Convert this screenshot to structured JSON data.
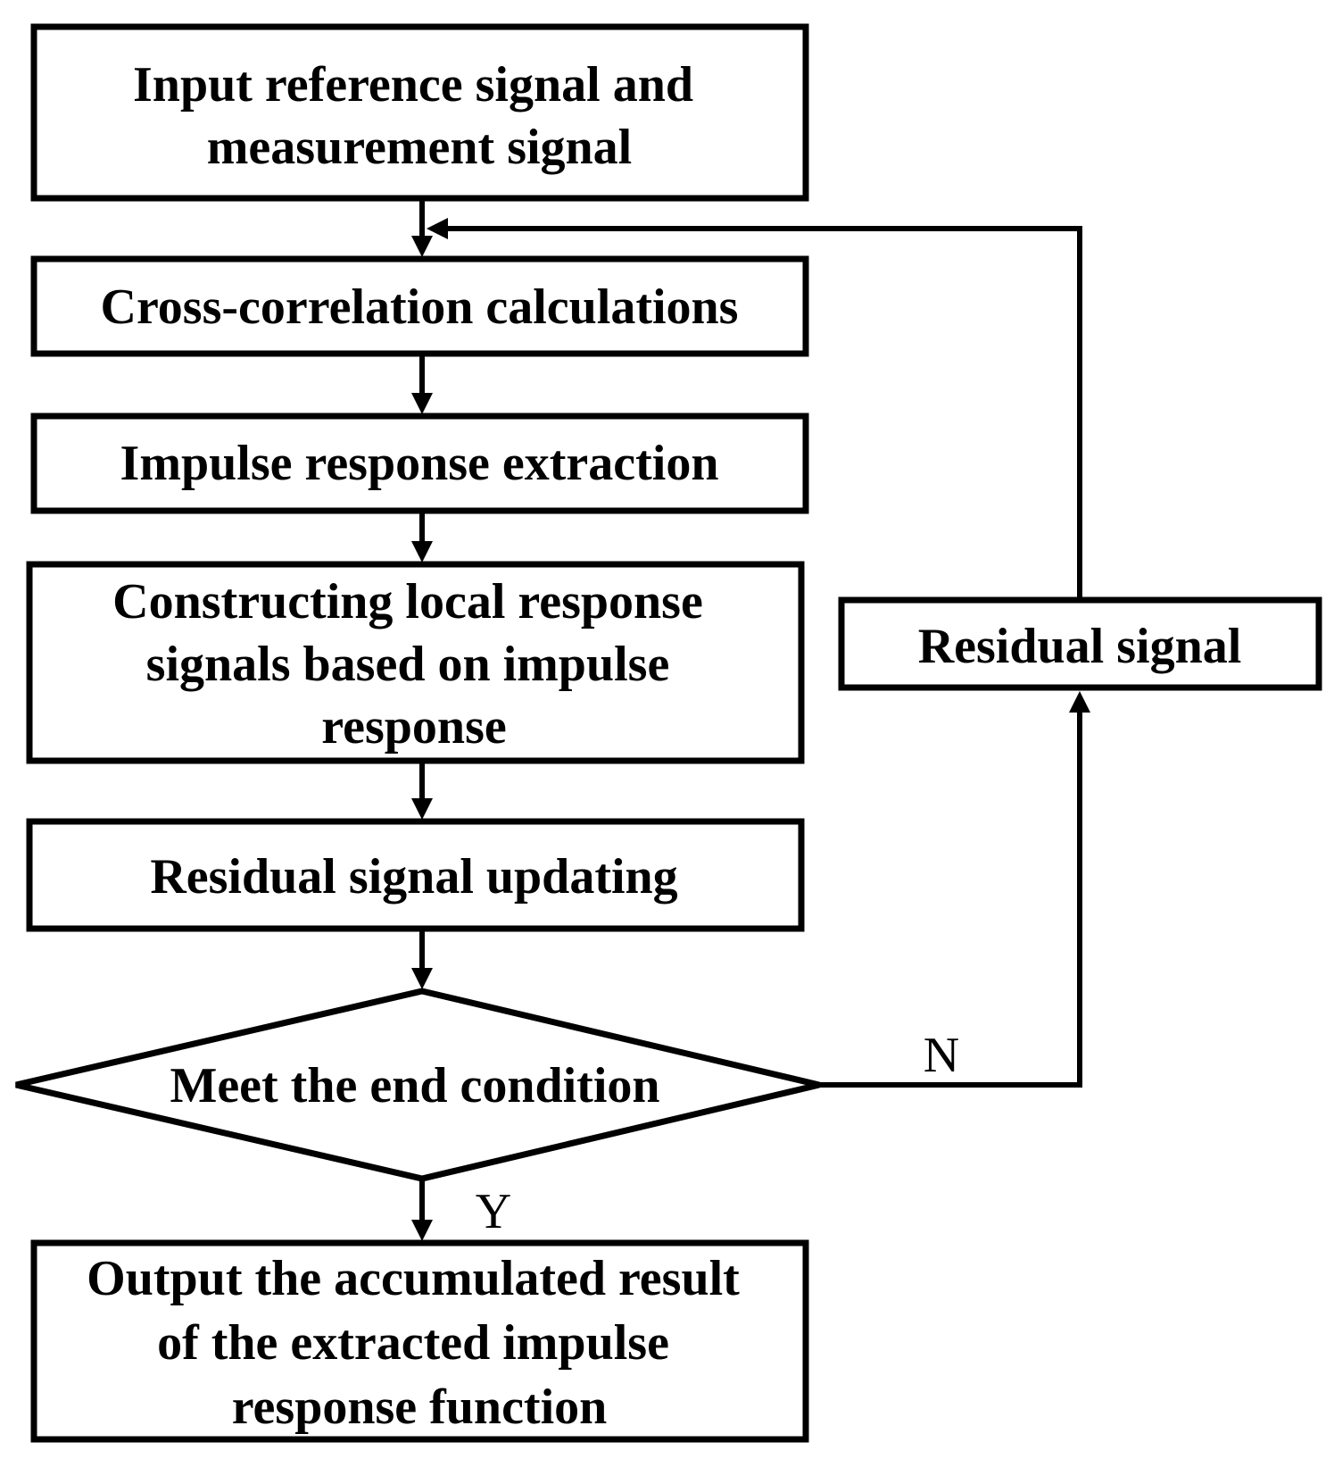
{
  "nodes": {
    "input": {
      "lines": [
        "Input reference signal and",
        "measurement signal"
      ]
    },
    "cross_correlation": {
      "lines": [
        "Cross-correlation calculations"
      ]
    },
    "impulse_extraction": {
      "lines": [
        "Impulse response extraction"
      ]
    },
    "constructing": {
      "lines": [
        "Constructing local response",
        "signals based on impulse",
        "response"
      ]
    },
    "residual_updating": {
      "lines": [
        "Residual signal updating"
      ]
    },
    "decision": {
      "lines": [
        "Meet the end condition"
      ]
    },
    "output": {
      "lines": [
        "Output the accumulated result",
        "of the extracted impulse",
        "response function"
      ]
    },
    "residual_signal": {
      "lines": [
        "Residual signal"
      ]
    }
  },
  "branches": {
    "no_label": "N",
    "yes_label": "Y"
  }
}
